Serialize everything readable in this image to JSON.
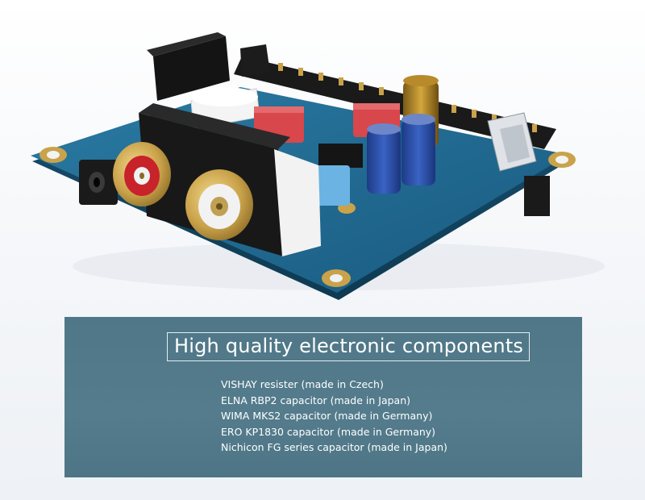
{
  "panel": {
    "headline": "High quality electronic components",
    "features": [
      "VISHAY resister (made in Czech)",
      "ELNA RBP2 capacitor (made in Japan)",
      "WIMA MKS2 capacitor (made in Germany)",
      "ERO KP1830 capacitor (made in Germany)",
      "Nichicon FG series capacitor (made in Japan)"
    ]
  },
  "colors": {
    "pcb": "#1f6a93",
    "panel": "#547c8c",
    "capacitor_red": "#d8474b",
    "electrolytic_blue": "#2b4fa6",
    "gold": "#c9a24a"
  }
}
